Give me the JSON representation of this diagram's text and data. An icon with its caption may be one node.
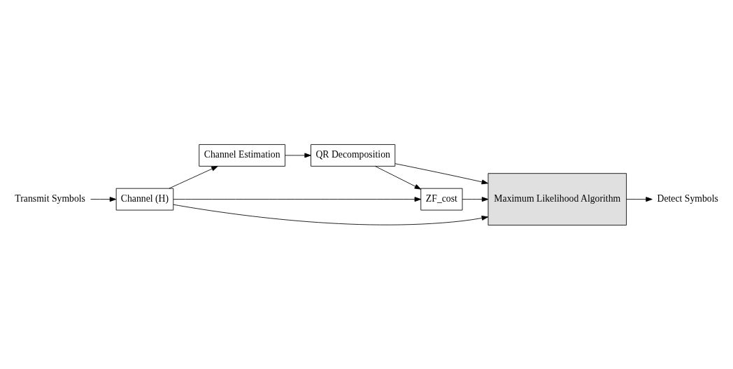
{
  "diagram": {
    "nodes": [
      {
        "text": [
          "Transmit Symbols"
        ]
      },
      {
        "text": [
          "Channel (H)"
        ]
      },
      {
        "text": [
          "Channel Estimation"
        ]
      },
      {
        "text": [
          "QR Decomposition"
        ]
      },
      {
        "text": [
          "ZF_cost"
        ]
      },
      {
        "text": [
          "Maximum Likelihood Algorithm"
        ]
      },
      {
        "text": [
          "Detect Symbols"
        ]
      }
    ],
    "edges": [
      {
        "from": 0,
        "to": 1,
        "arrow": "to"
      },
      {
        "from": 1,
        "to": 2,
        "arrow": "to"
      },
      {
        "from": 1,
        "to": 4,
        "arrow": "to"
      },
      {
        "from": 1,
        "to": 5,
        "arrow": "to"
      },
      {
        "from": 2,
        "to": 3,
        "arrow": "to"
      },
      {
        "from": 3,
        "to": 4,
        "arrow": "to"
      },
      {
        "from": 3,
        "to": 5,
        "arrow": "to"
      },
      {
        "from": 4,
        "to": 5,
        "arrow": "to"
      },
      {
        "from": 5,
        "to": 6,
        "arrow": "to"
      }
    ]
  }
}
